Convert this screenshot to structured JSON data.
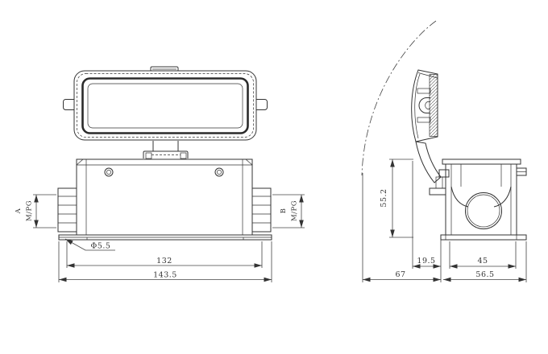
{
  "drawing": {
    "background": "#ffffff",
    "line_color": "#333333"
  },
  "dims": {
    "front": {
      "hole_diameter": "Φ5.5",
      "hole_spacing": "132",
      "overall_width": "143.5",
      "gland_a_letter": "A",
      "gland_a_thread": "M/PG",
      "gland_b_letter": "B",
      "gland_b_thread": "M/PG"
    },
    "side": {
      "height": "55.2",
      "hinge_offset": "19.5",
      "opening_width": "45",
      "overall_depth": "67",
      "base_depth": "56.5"
    }
  }
}
